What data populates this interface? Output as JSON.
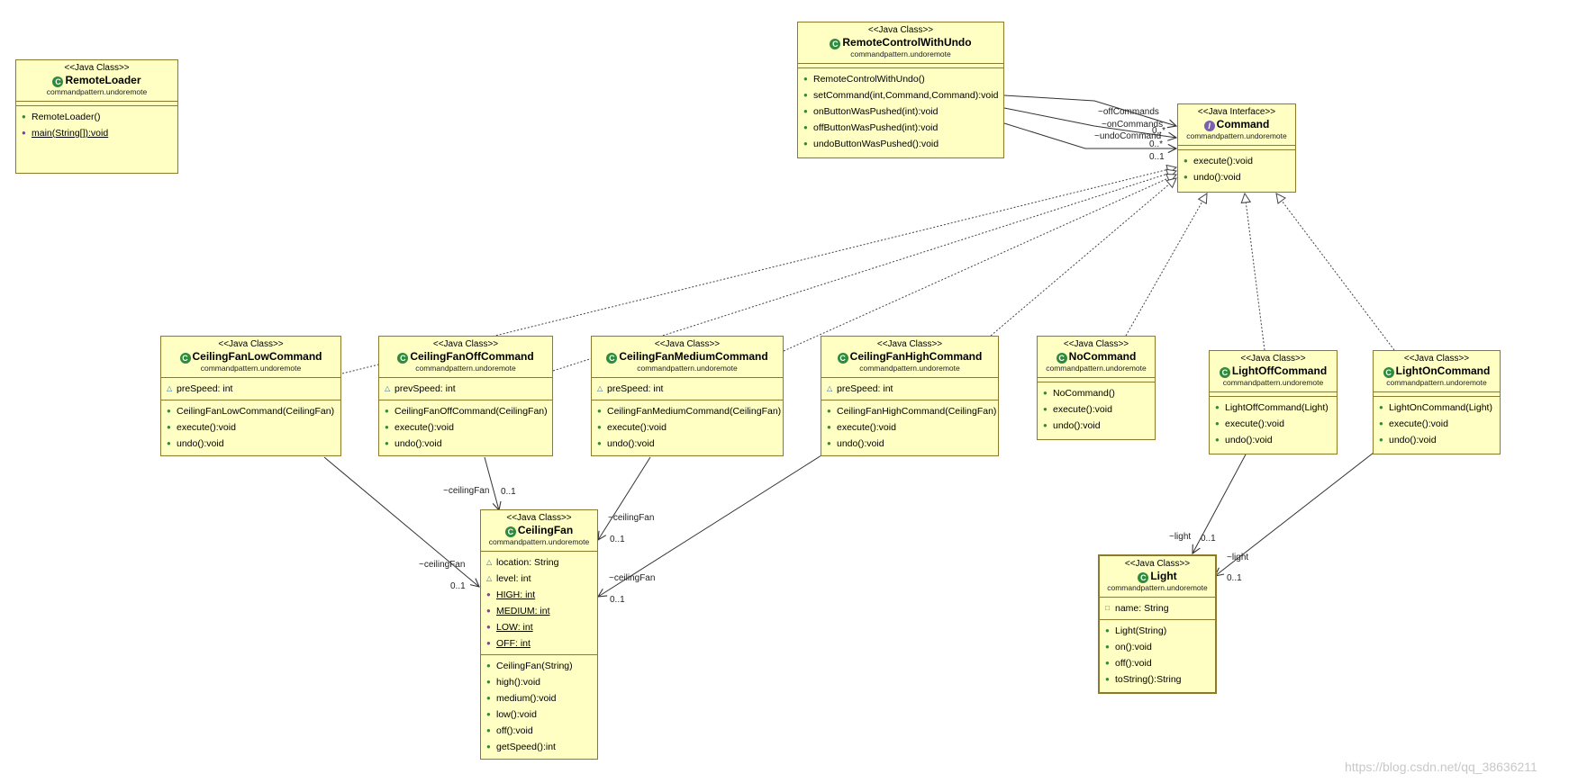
{
  "classes": [
    {
      "id": "remoteloader",
      "stereotype": "<<Java Class>>",
      "name": "RemoteLoader",
      "package": "commandpattern.undoremote",
      "kind": "class",
      "attributes": [],
      "operations": [
        {
          "vis": "cons",
          "text": "RemoteLoader()"
        },
        {
          "vis": "static",
          "text": "main(String[]):void",
          "underline": true
        }
      ]
    },
    {
      "id": "remotecontrolwithundo",
      "stereotype": "<<Java Class>>",
      "name": "RemoteControlWithUndo",
      "package": "commandpattern.undoremote",
      "kind": "class",
      "attributes": [],
      "operations": [
        {
          "vis": "cons",
          "text": "RemoteControlWithUndo()"
        },
        {
          "vis": "pub",
          "text": "setCommand(int,Command,Command):void"
        },
        {
          "vis": "pub",
          "text": "onButtonWasPushed(int):void"
        },
        {
          "vis": "pub",
          "text": "offButtonWasPushed(int):void"
        },
        {
          "vis": "pub",
          "text": "undoButtonWasPushed():void"
        }
      ]
    },
    {
      "id": "command",
      "stereotype": "<<Java Interface>>",
      "name": "Command",
      "package": "commandpattern.undoremote",
      "kind": "interface",
      "attributes": [],
      "operations": [
        {
          "vis": "pub",
          "text": "execute():void"
        },
        {
          "vis": "pub",
          "text": "undo():void"
        }
      ]
    },
    {
      "id": "ceilingfanlowcommand",
      "stereotype": "<<Java Class>>",
      "name": "CeilingFanLowCommand",
      "package": "commandpattern.undoremote",
      "kind": "class",
      "attributes": [
        {
          "vis": "pkg",
          "text": "preSpeed: int"
        }
      ],
      "operations": [
        {
          "vis": "cons",
          "text": "CeilingFanLowCommand(CeilingFan)"
        },
        {
          "vis": "pub",
          "text": "execute():void"
        },
        {
          "vis": "pub",
          "text": "undo():void"
        }
      ]
    },
    {
      "id": "ceilingfanoffcommand",
      "stereotype": "<<Java Class>>",
      "name": "CeilingFanOffCommand",
      "package": "commandpattern.undoremote",
      "kind": "class",
      "attributes": [
        {
          "vis": "pkg",
          "text": "prevSpeed: int"
        }
      ],
      "operations": [
        {
          "vis": "cons",
          "text": "CeilingFanOffCommand(CeilingFan)"
        },
        {
          "vis": "pub",
          "text": "execute():void"
        },
        {
          "vis": "pub",
          "text": "undo():void"
        }
      ]
    },
    {
      "id": "ceilingfanmediumcommand",
      "stereotype": "<<Java Class>>",
      "name": "CeilingFanMediumCommand",
      "package": "commandpattern.undoremote",
      "kind": "class",
      "attributes": [
        {
          "vis": "pkg",
          "text": "preSpeed: int"
        }
      ],
      "operations": [
        {
          "vis": "cons",
          "text": "CeilingFanMediumCommand(CeilingFan)"
        },
        {
          "vis": "pub",
          "text": "execute():void"
        },
        {
          "vis": "pub",
          "text": "undo():void"
        }
      ]
    },
    {
      "id": "ceilingfanhighcommand",
      "stereotype": "<<Java Class>>",
      "name": "CeilingFanHighCommand",
      "package": "commandpattern.undoremote",
      "kind": "class",
      "attributes": [
        {
          "vis": "pkg",
          "text": "preSpeed: int"
        }
      ],
      "operations": [
        {
          "vis": "cons",
          "text": "CeilingFanHighCommand(CeilingFan)"
        },
        {
          "vis": "pub",
          "text": "execute():void"
        },
        {
          "vis": "pub",
          "text": "undo():void"
        }
      ]
    },
    {
      "id": "nocommand",
      "stereotype": "<<Java Class>>",
      "name": "NoCommand",
      "package": "commandpattern.undoremote",
      "kind": "class",
      "attributes": [],
      "operations": [
        {
          "vis": "cons",
          "text": "NoCommand()"
        },
        {
          "vis": "pub",
          "text": "execute():void"
        },
        {
          "vis": "pub",
          "text": "undo():void"
        }
      ]
    },
    {
      "id": "lightoffcommand",
      "stereotype": "<<Java Class>>",
      "name": "LightOffCommand",
      "package": "commandpattern.undoremote",
      "kind": "class",
      "attributes": [],
      "operations": [
        {
          "vis": "cons",
          "text": "LightOffCommand(Light)"
        },
        {
          "vis": "pub",
          "text": "execute():void"
        },
        {
          "vis": "pub",
          "text": "undo():void"
        }
      ]
    },
    {
      "id": "lightoncommand",
      "stereotype": "<<Java Class>>",
      "name": "LightOnCommand",
      "package": "commandpattern.undoremote",
      "kind": "class",
      "attributes": [],
      "operations": [
        {
          "vis": "cons",
          "text": "LightOnCommand(Light)"
        },
        {
          "vis": "pub",
          "text": "execute():void"
        },
        {
          "vis": "pub",
          "text": "undo():void"
        }
      ]
    },
    {
      "id": "ceilingfan",
      "stereotype": "<<Java Class>>",
      "name": "CeilingFan",
      "package": "commandpattern.undoremote",
      "kind": "class",
      "attributes": [
        {
          "vis": "pkg",
          "text": "location: String"
        },
        {
          "vis": "pkg",
          "text": "level: int"
        },
        {
          "vis": "static",
          "text": "HIGH: int",
          "underline": true
        },
        {
          "vis": "static",
          "text": "MEDIUM: int",
          "underline": true
        },
        {
          "vis": "static",
          "text": "LOW: int",
          "underline": true
        },
        {
          "vis": "static",
          "text": "OFF: int",
          "underline": true
        }
      ],
      "operations": [
        {
          "vis": "cons",
          "text": "CeilingFan(String)"
        },
        {
          "vis": "pub",
          "text": "high():void"
        },
        {
          "vis": "pub",
          "text": "medium():void"
        },
        {
          "vis": "pub",
          "text": "low():void"
        },
        {
          "vis": "pub",
          "text": "off():void"
        },
        {
          "vis": "pub",
          "text": "getSpeed():int"
        }
      ]
    },
    {
      "id": "light",
      "stereotype": "<<Java Class>>",
      "name": "Light",
      "package": "commandpattern.undoremote",
      "kind": "class",
      "attributes": [
        {
          "vis": "priv",
          "text": "name: String"
        }
      ],
      "operations": [
        {
          "vis": "cons",
          "text": "Light(String)"
        },
        {
          "vis": "pub",
          "text": "on():void"
        },
        {
          "vis": "pub",
          "text": "off():void"
        },
        {
          "vis": "pub",
          "text": "toString():String"
        }
      ]
    }
  ],
  "edge_labels": [
    {
      "id": "lbl-offcommands",
      "text": "~offCommands"
    },
    {
      "id": "lbl-oncommands",
      "text": "~onCommands"
    },
    {
      "id": "lbl-undocommand",
      "text": "~undoCommand"
    },
    {
      "id": "lbl-mult-1",
      "text": "0..*"
    },
    {
      "id": "lbl-mult-2",
      "text": "0..*"
    },
    {
      "id": "lbl-mult-3",
      "text": "0..1"
    },
    {
      "id": "lbl-low-role",
      "text": "~ceilingFan"
    },
    {
      "id": "lbl-low-mult",
      "text": "0..1"
    },
    {
      "id": "lbl-off-role",
      "text": "~ceilingFan"
    },
    {
      "id": "lbl-off-mult",
      "text": "0..1"
    },
    {
      "id": "lbl-med-role",
      "text": "~ceilingFan"
    },
    {
      "id": "lbl-med-mult",
      "text": "0..1"
    },
    {
      "id": "lbl-high-role",
      "text": "~ceilingFan"
    },
    {
      "id": "lbl-high-mult",
      "text": "0..1"
    },
    {
      "id": "lbl-loff-role",
      "text": "~light"
    },
    {
      "id": "lbl-loff-mult",
      "text": "0..1"
    },
    {
      "id": "lbl-lon-role",
      "text": "~light"
    },
    {
      "id": "lbl-lon-mult",
      "text": "0..1"
    }
  ],
  "watermark": "https://blog.csdn.net/qq_38636211",
  "colors": {
    "box_fill": "#ffffc4",
    "box_border": "#8a7a2a",
    "class_badge": "#2e8b3c",
    "interface_badge": "#7b5fb0"
  }
}
